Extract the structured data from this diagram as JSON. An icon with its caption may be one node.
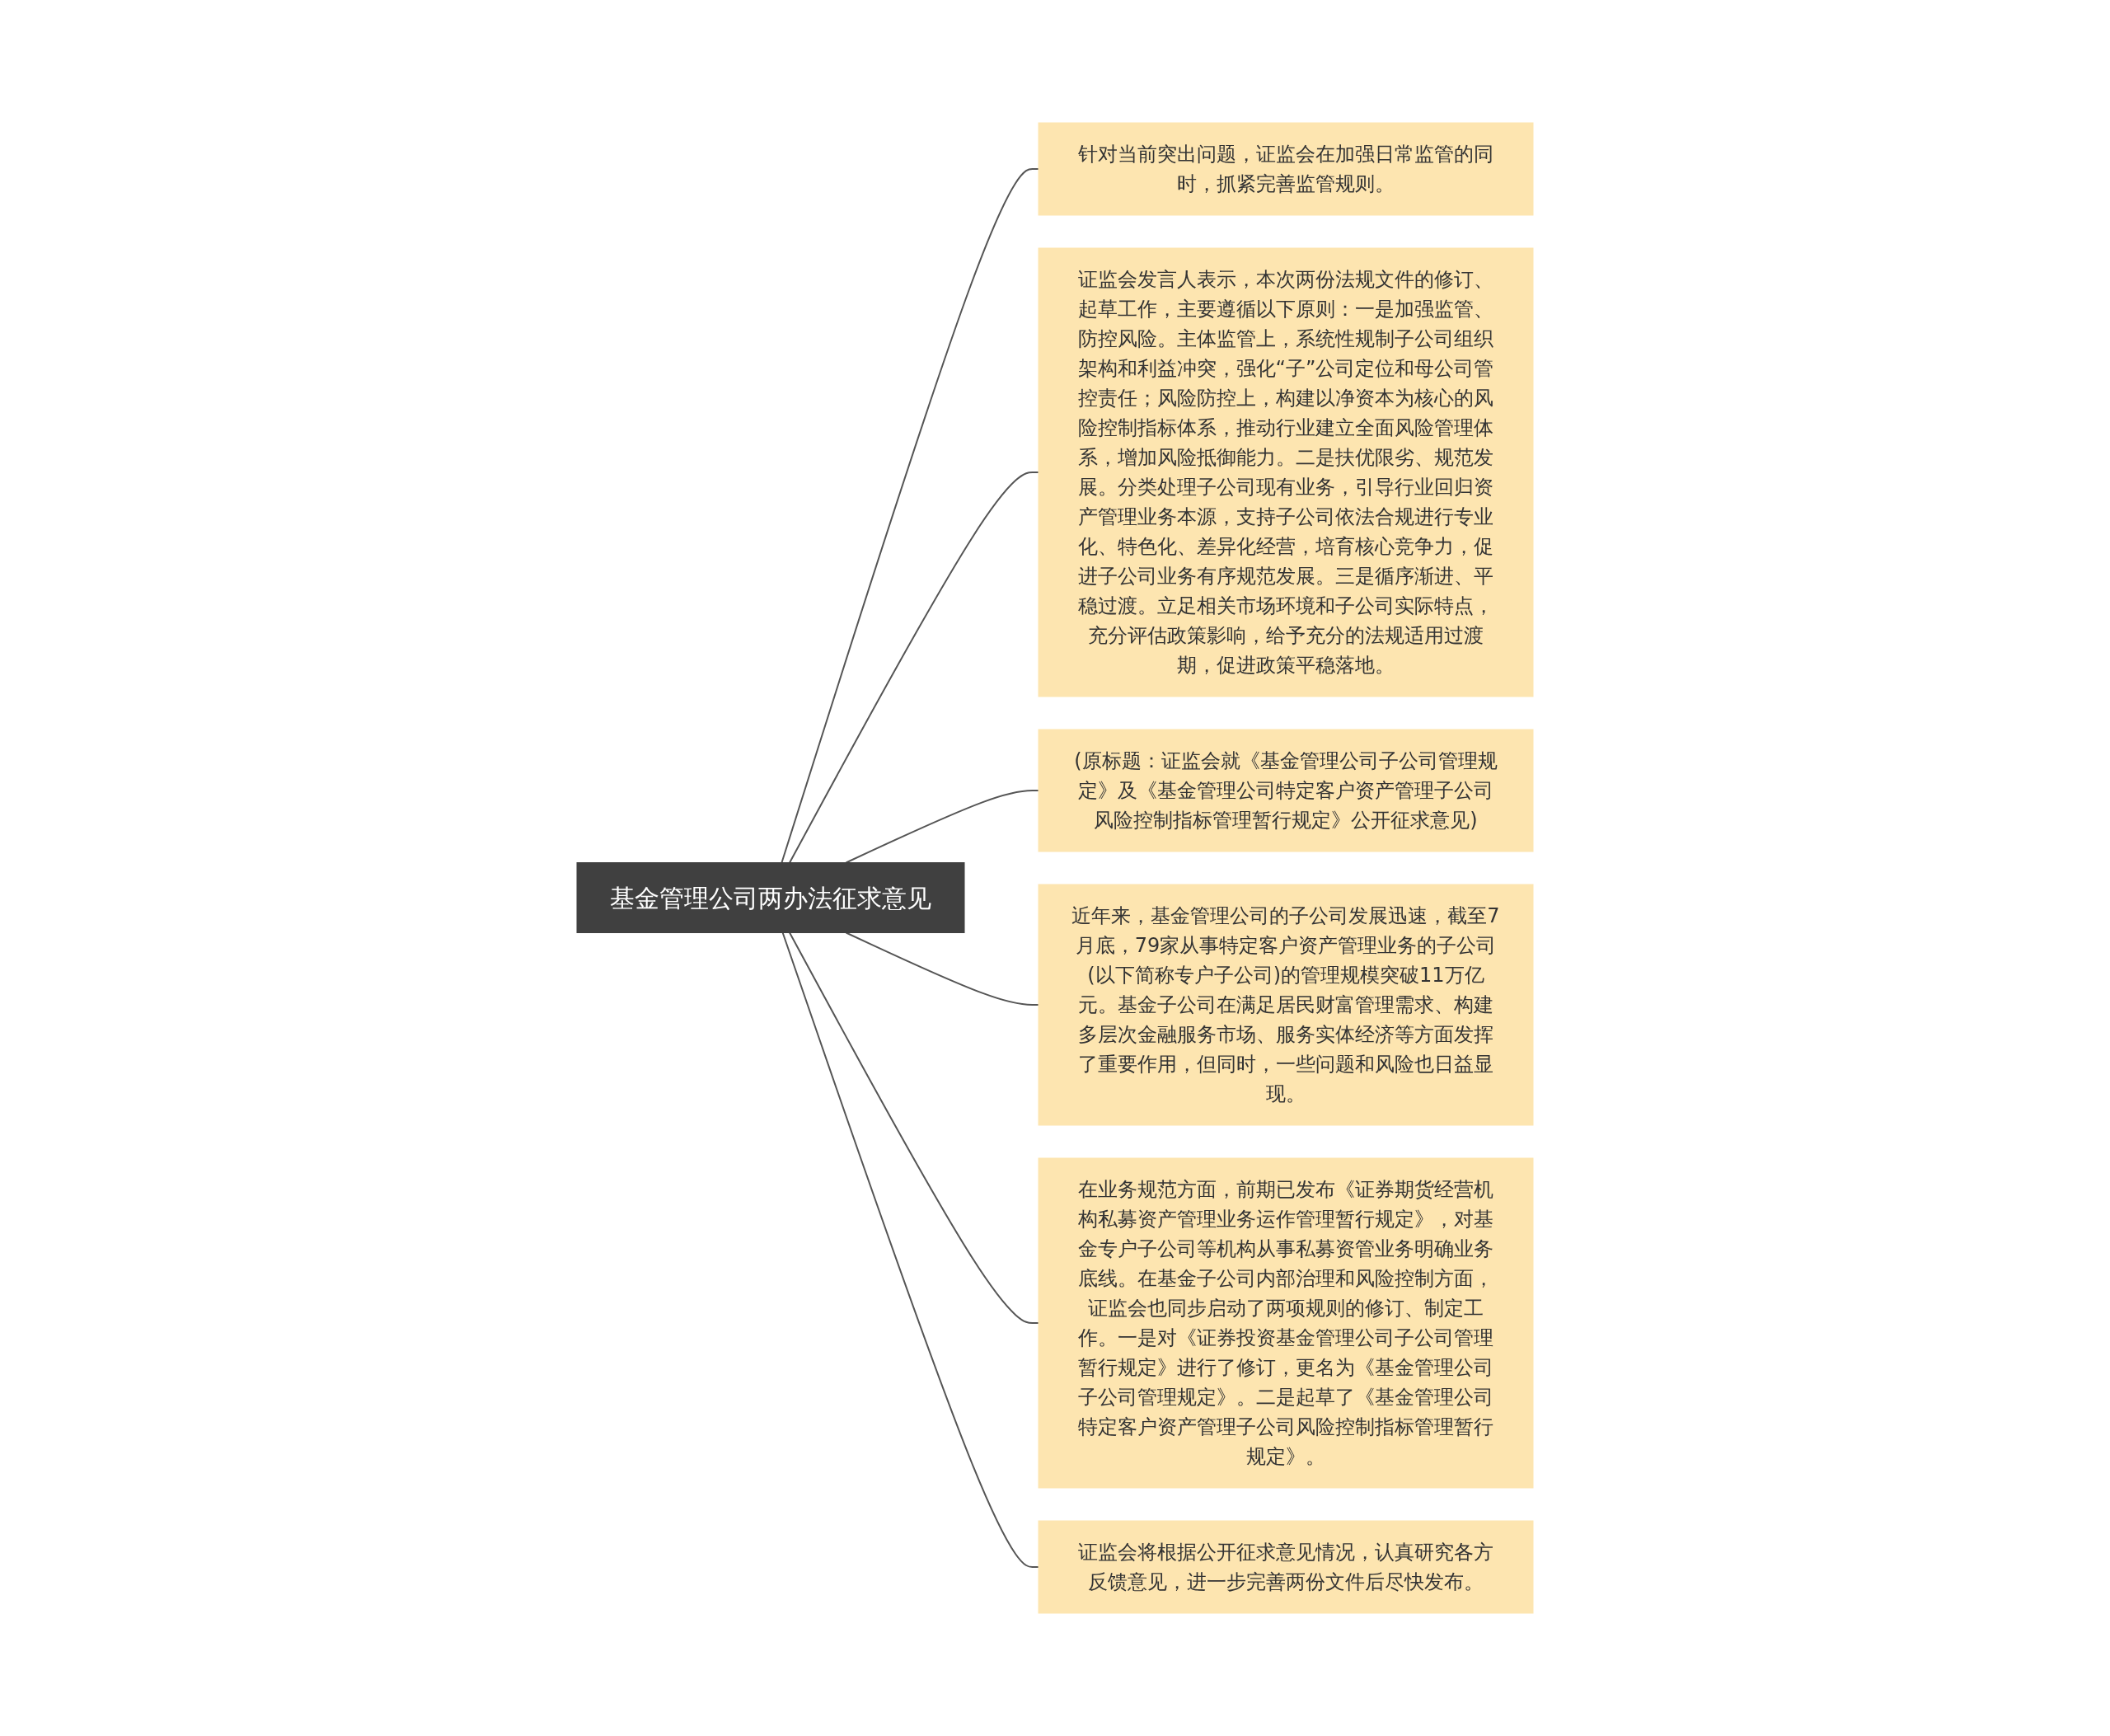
{
  "diagram": {
    "nodes": [
      {
        "text": [
          "基金管理公司两办法征求意见"
        ]
      },
      {
        "text": [
          "针对当前突出问题，证监会在加强日常监管的同时，抓紧完善监管规则。"
        ]
      },
      {
        "text": [
          "证监会发言人表示，本次两份法规文件的修订、起草工作，主要遵循以下原则：一是加强监管、防控风险。主体监管上，系统性规制子公司组织架构和利益冲突，强化“子”公司定位和母公司管控责任；风险防控上，构建以净资本为核心的风险控制指标体系，推动行业建立全面风险管理体系，增加风险抵御能力。二是扶优限劣、规范发展。分类处理子公司现有业务，引导行业回归资产管理业务本源，支持子公司依法合规进行专业化、特色化、差异化经营，培育核心竞争力，促进子公司业务有序规范发展。三是循序渐进、平稳过渡。立足相关市场环境和子公司实际特点，充分评估政策影响，给予充分的法规适用过渡期，促进政策平稳落地。"
        ]
      },
      {
        "text": [
          "(原标题：证监会就《基金管理公司子公司管理规定》及《基金管理公司特定客户资产管理子公司风险控制指标管理暂行规定》公开征求意见)"
        ]
      },
      {
        "text": [
          "近年来，基金管理公司的子公司发展迅速，截至7月底，79家从事特定客户资产管理业务的子公司(以下简称专户子公司)的管理规模突破11万亿元。基金子公司在满足居民财富管理需求、构建多层次金融服务市场、服务实体经济等方面发挥了重要作用，但同时，一些问题和风险也日益显现。"
        ]
      },
      {
        "text": [
          "在业务规范方面，前期已发布《证券期货经营机构私募资产管理业务运作管理暂行规定》，对基金专户子公司等机构从事私募资管业务明确业务底线。在基金子公司内部治理和风险控制方面，证监会也同步启动了两项规则的修订、制定工作。一是对《证券投资基金管理公司子公司管理暂行规定》进行了修订，更名为《基金管理公司子公司管理规定》。二是起草了《基金管理公司特定客户资产管理子公司风险控制指标管理暂行规定》。"
        ]
      },
      {
        "text": [
          "证监会将根据公开征求意见情况，认真研究各方反馈意见，进一步完善两份文件后尽快发布。"
        ]
      }
    ],
    "edges": [
      {
        "from": 0,
        "to": 1,
        "arrow": "none"
      },
      {
        "from": 0,
        "to": 2,
        "arrow": "none"
      },
      {
        "from": 0,
        "to": 3,
        "arrow": "none"
      },
      {
        "from": 0,
        "to": 4,
        "arrow": "none"
      },
      {
        "from": 0,
        "to": 5,
        "arrow": "none"
      },
      {
        "from": 0,
        "to": 6,
        "arrow": "none"
      }
    ]
  }
}
